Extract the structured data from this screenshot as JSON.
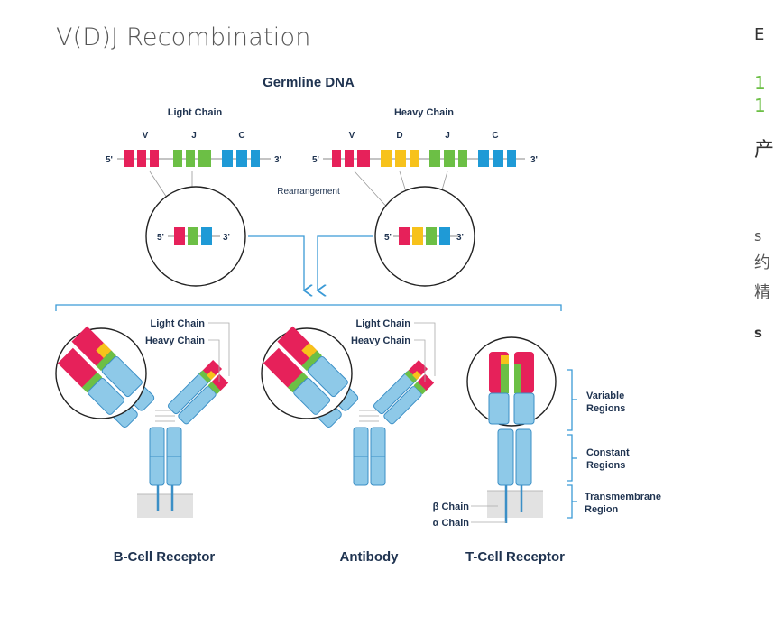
{
  "page": {
    "title": "V(D)J Recombination"
  },
  "diagram": {
    "germline_title": "Germline DNA",
    "light_chain_header": "Light Chain",
    "heavy_chain_header": "Heavy Chain",
    "gene_labels": {
      "v": "V",
      "d": "D",
      "j": "J",
      "c": "C"
    },
    "five_prime": "5'",
    "three_prime": "3'",
    "rearrangement": "Rearrangement",
    "light_chain": "Light Chain",
    "heavy_chain": "Heavy Chain",
    "variable_regions": [
      "Variable",
      "Regions"
    ],
    "constant_regions": [
      "Constant",
      "Regions"
    ],
    "transmembrane_region": [
      "Transmembrane",
      "Region"
    ],
    "beta_chain": "β Chain",
    "alpha_chain": "α Chain",
    "bcell_receptor": "B-Cell Receptor",
    "antibody": "Antibody",
    "tcell_receptor": "T-Cell Receptor"
  },
  "colors": {
    "v_segment": "#e6215a",
    "d_segment": "#f7c21b",
    "j_segment": "#6cbf45",
    "c_segment": "#1f9ad6",
    "receptor_blue": "#8ec9e8",
    "outline_blue": "#3b8fc6",
    "text_dark": "#1f3350",
    "line_blue": "#3b9ad6"
  },
  "right_fragments": {
    "top_char": "E",
    "green_1": "1",
    "green_2": "1",
    "dark_char": "产",
    "small_1": "s",
    "small_2": "约",
    "small_3": "精",
    "small_4": "s"
  }
}
